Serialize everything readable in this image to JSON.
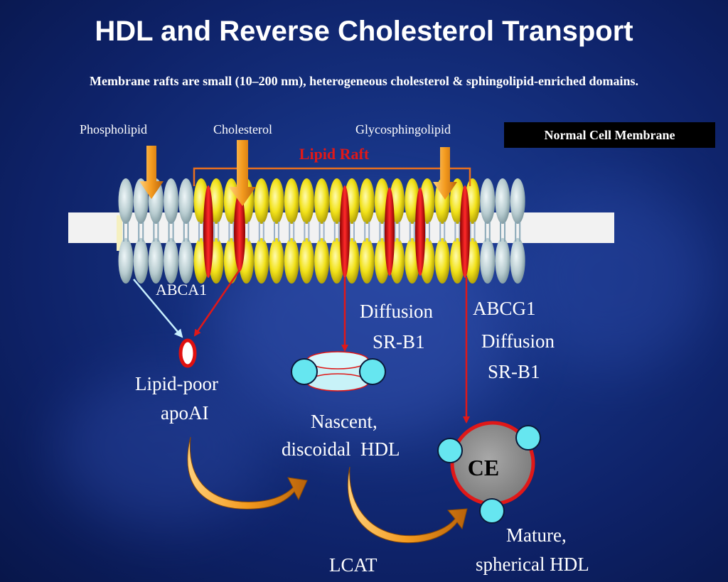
{
  "title": "HDL and Reverse Cholesterol Transport",
  "subtitle": "Membrane rafts are small (10–200 nm), heterogeneous cholesterol & sphingolipid-enriched domains.",
  "labels": {
    "phospholipid": "Phospholipid",
    "cholesterol": "Cholesterol",
    "glycosphingolipid": "Glycosphingolipid",
    "normal_membrane": "Normal Cell Membrane",
    "lipid_raft": "Lipid Raft",
    "abca1": "ABCA1",
    "diffusion_1": "Diffusion",
    "srb1_1": "SR-B1",
    "abcg1": "ABCG1",
    "diffusion_2": "Diffusion",
    "srb1_2": "SR-B1",
    "lipid_poor_1": "Lipid-poor",
    "lipid_poor_2": "apoAI",
    "nascent_1": "Nascent,",
    "nascent_2": "discoidal  HDL",
    "ce": "CE",
    "lcat": "LCAT",
    "mature_1": "Mature,",
    "mature_2": "spherical HDL"
  },
  "colors": {
    "background": "#15307f",
    "arrow_red": "#e01818",
    "arrow_orange": "#f39a1e",
    "raft_box": "#e8701e",
    "lipid_yellow": "#f2e21a",
    "lipid_gray": "#b8ccd0",
    "cholesterol_red": "#e01010",
    "cyan": "#66e6f0",
    "ce_gray": "#8f8f8f"
  }
}
